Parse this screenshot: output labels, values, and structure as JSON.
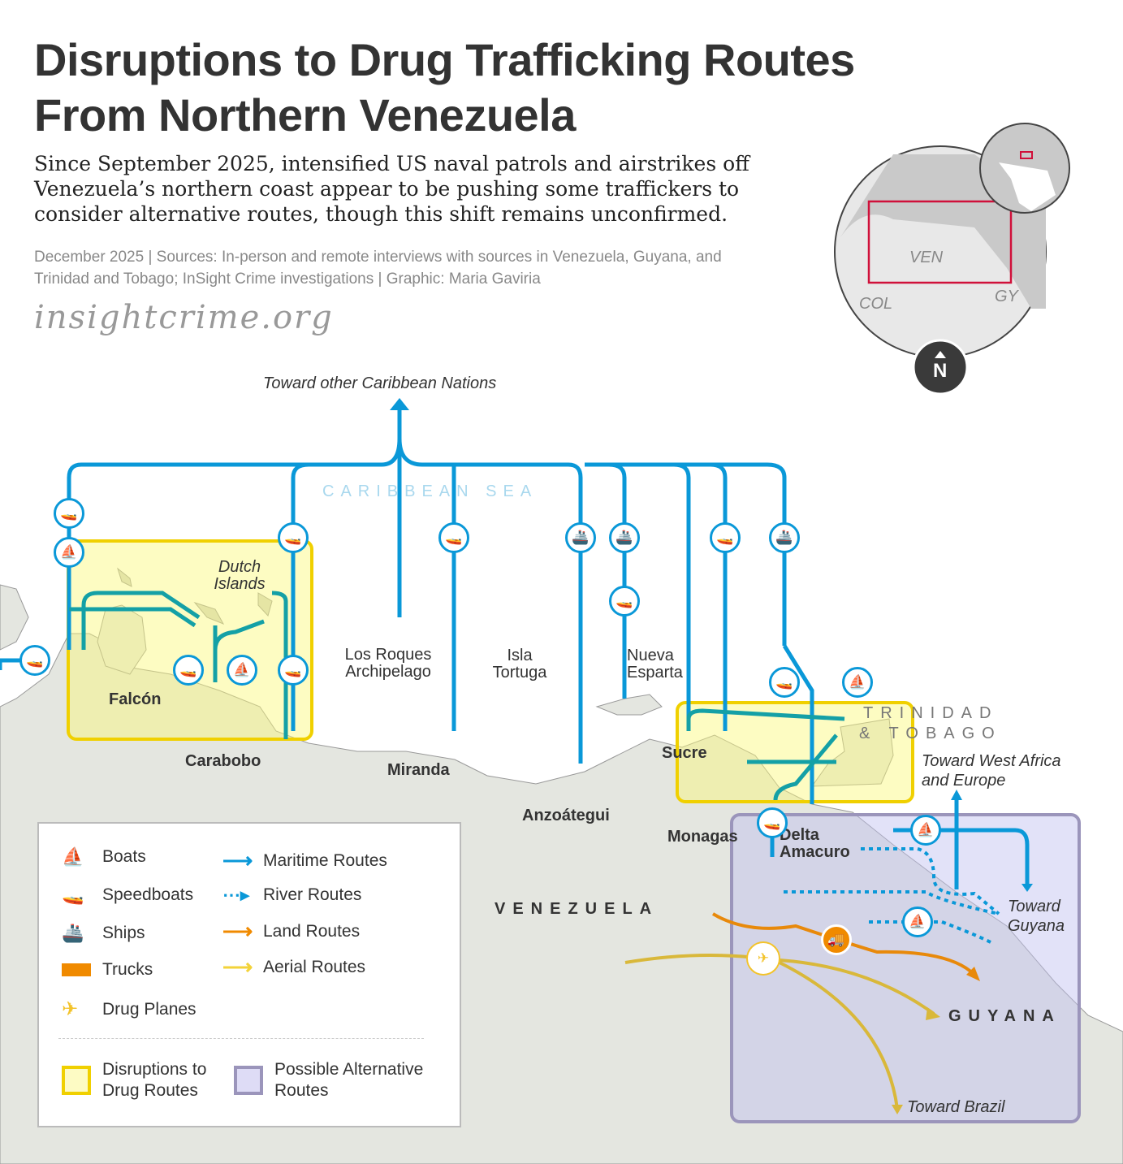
{
  "header": {
    "title_line1": "Disruptions to Drug Trafficking Routes",
    "title_line2": "From Northern Venezuela",
    "subtitle": "Since September 2025, intensified US naval patrols and airstrikes off Venezuela’s northern coast appear to be pushing some traffickers to consider alternative routes, though this shift remains unconfirmed.",
    "sources": "December 2025 | Sources: In-person and remote interviews with sources in Venezuela, Guyana, and Trinidad and Tobago; InSight Crime investigations | Graphic: Maria Gaviria",
    "site": "insightcrime.org"
  },
  "inset": {
    "ven": "VEN",
    "col": "COL",
    "gy": "GY",
    "north": "N"
  },
  "map_labels": {
    "toward_caribbean": "Toward other Caribbean Nations",
    "caribbean_sea": "CARIBBEAN SEA",
    "dutch_islands": "Dutch Islands",
    "falcon": "Falcón",
    "carabobo": "Carabobo",
    "los_roques": "Los Roques Archipelago",
    "isla_tortuga": "Isla Tortuga",
    "nueva_esparta": "Nueva Esparta",
    "miranda": "Miranda",
    "anzoategui": "Anzoátegui",
    "sucre": "Sucre",
    "monagas": "Monagas",
    "delta_amacuro": "Delta Amacuro",
    "trinidad": "TRINIDAD",
    "tobago": "& TOBAGO",
    "toward_africa": "Toward West Africa and Europe",
    "toward_guyana": "Toward Guyana",
    "venezuela": "VENEZUELA",
    "guyana": "GUYANA",
    "toward_brazil": "Toward Brazil"
  },
  "legend": {
    "boats": "Boats",
    "speedboats": "Speedboats",
    "ships": "Ships",
    "trucks": "Trucks",
    "drug_planes": "Drug Planes",
    "maritime": "Maritime Routes",
    "river": "River Routes",
    "land": "Land Routes",
    "aerial": "Aerial Routes",
    "disruptions": "Disruptions to Drug Routes",
    "alternative": "Possible Alternative Routes"
  },
  "colors": {
    "maritime": "#0a98d8",
    "teal": "#14a0a6",
    "land": "#f08a00",
    "aerial": "#f3d33a",
    "disruption_border": "#f0d000",
    "alternative_border": "#9b95bb",
    "inset_box": "#d0103a"
  }
}
